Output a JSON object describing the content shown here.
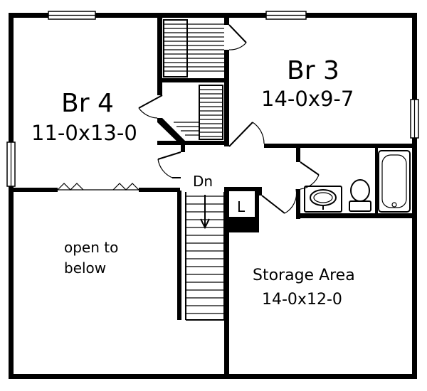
{
  "plan": {
    "rooms": {
      "br4": {
        "name": "Br 4",
        "size": "11-0x13-0"
      },
      "br3": {
        "name": "Br 3",
        "size": "14-0x9-7"
      },
      "storage": {
        "name": "Storage Area",
        "size": "14-0x12-0"
      },
      "open": {
        "line1": "open to",
        "line2": "below"
      }
    },
    "stair_label": "Dn",
    "linen_label": "L"
  }
}
